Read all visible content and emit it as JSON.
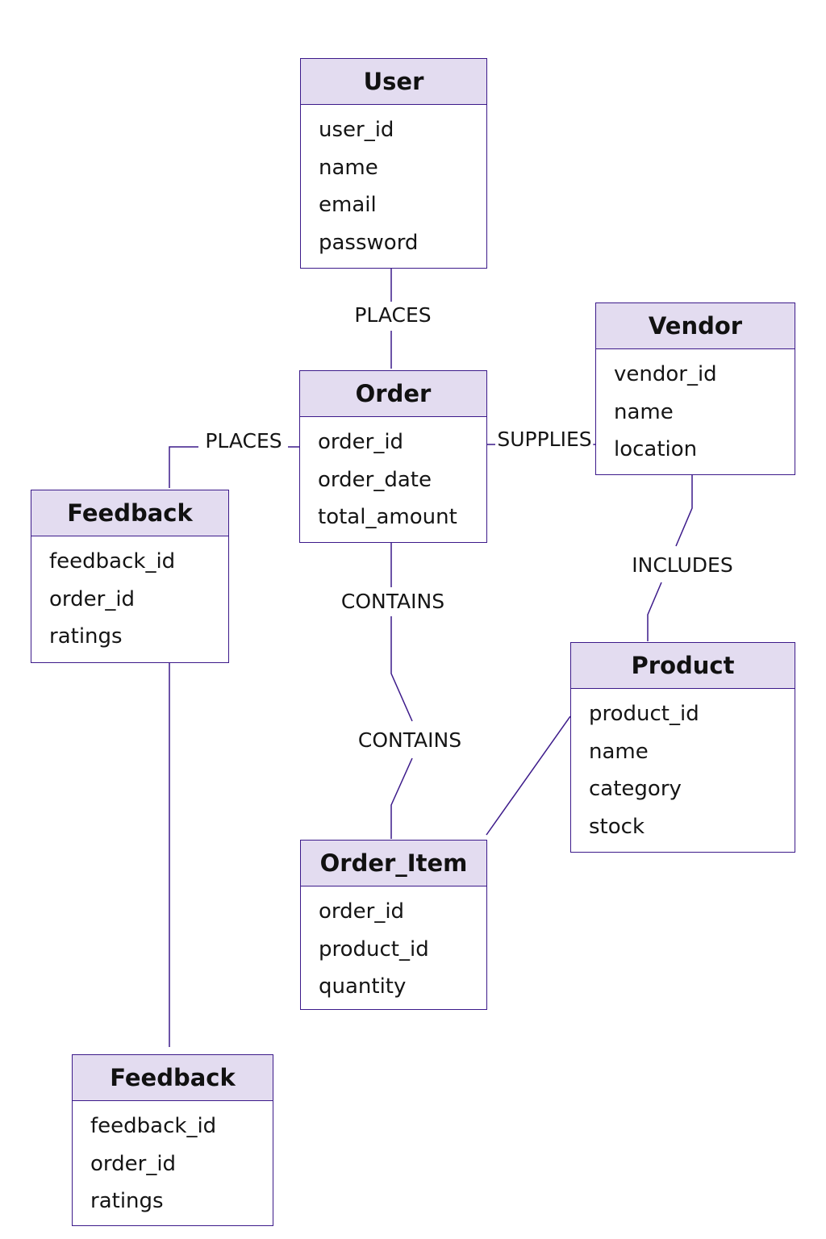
{
  "colors": {
    "border": "#3c1a8a",
    "header_fill": "#e3dcf0",
    "line": "#3c1a8a",
    "text": "#111111"
  },
  "entities": {
    "user": {
      "title": "User",
      "attributes": [
        "user_id",
        "name",
        "email",
        "password"
      ]
    },
    "order": {
      "title": "Order",
      "attributes": [
        "order_id",
        "order_date",
        "total_amount"
      ]
    },
    "vendor": {
      "title": "Vendor",
      "attributes": [
        "vendor_id",
        "name",
        "location"
      ]
    },
    "feedback_top": {
      "title": "Feedback",
      "attributes": [
        "feedback_id",
        "order_id",
        "ratings"
      ]
    },
    "product": {
      "title": "Product",
      "attributes": [
        "product_id",
        "name",
        "category",
        "stock"
      ]
    },
    "order_item": {
      "title": "Order_Item",
      "attributes": [
        "order_id",
        "product_id",
        "quantity"
      ]
    },
    "feedback_bottom": {
      "title": "Feedback",
      "attributes": [
        "feedback_id",
        "order_id",
        "ratings"
      ]
    }
  },
  "relationships": {
    "user_order": "PLACES",
    "order_feedback": "PLACES",
    "order_vendor": "SUPPLIES",
    "vendor_product": "INCLUDES",
    "order_contains": "CONTAINS",
    "orderitem_contains": "CONTAINS"
  }
}
